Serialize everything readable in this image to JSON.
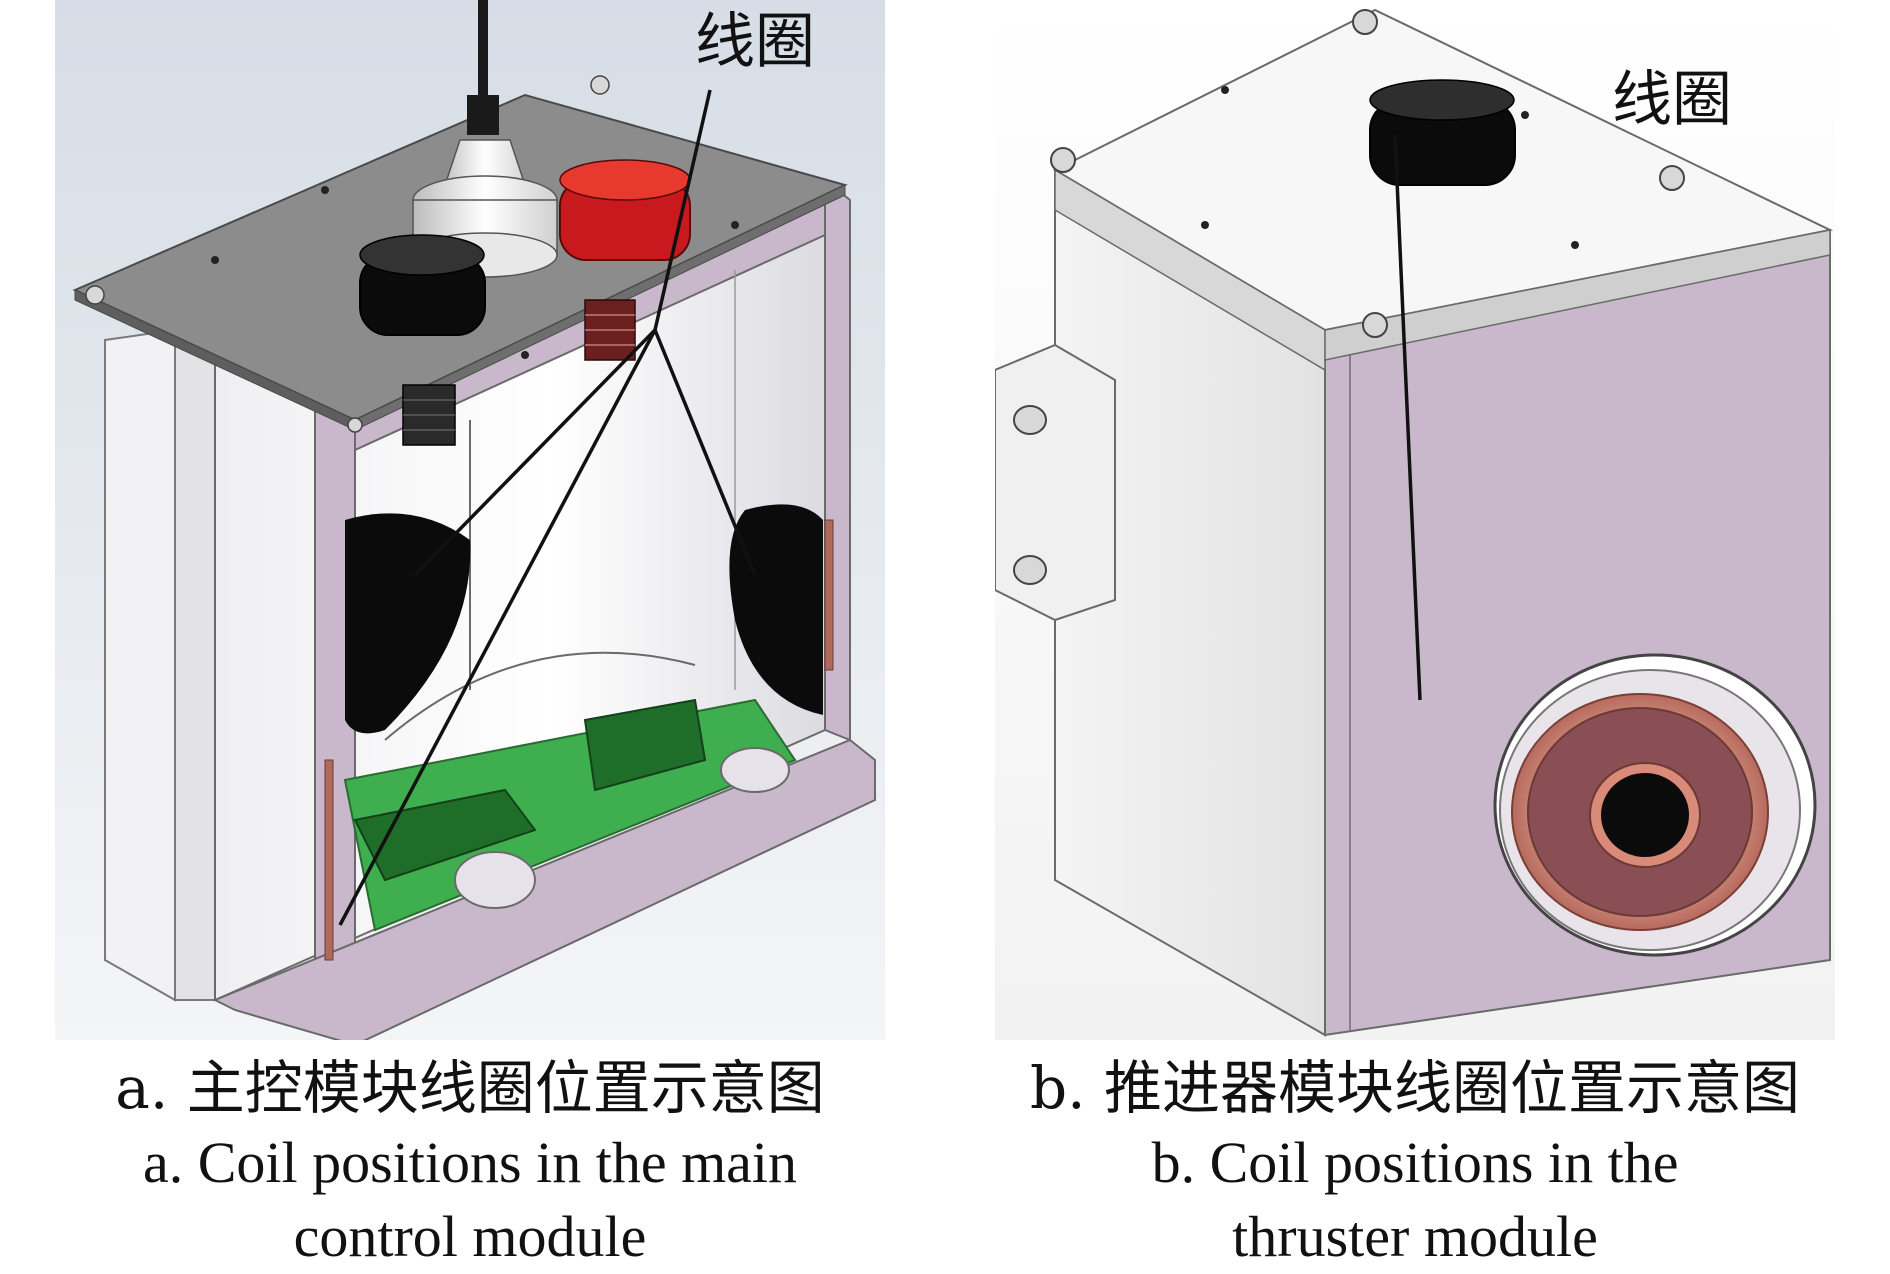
{
  "figure": {
    "panels": [
      {
        "id": "a",
        "callout": "线圈",
        "caption_zh": "a. 主控模块线圈位置示意图",
        "caption_en_line1": "a. Coil positions in the main",
        "caption_en_line2": "control module"
      },
      {
        "id": "b",
        "callout": "线圈",
        "caption_zh": "b. 推进器模块线圈位置示意图",
        "caption_en_line1": "b. Coil positions in the",
        "caption_en_line2": "thruster module"
      }
    ]
  },
  "colors": {
    "enclosure": "#c9b8cc",
    "lid": "#8c8c8c",
    "pcb": "#3fae4f",
    "coil_copper": "#d98a78",
    "coil_dark": "#8a4e55",
    "red_cap": "#c8191e",
    "black": "#0b0b0b"
  }
}
